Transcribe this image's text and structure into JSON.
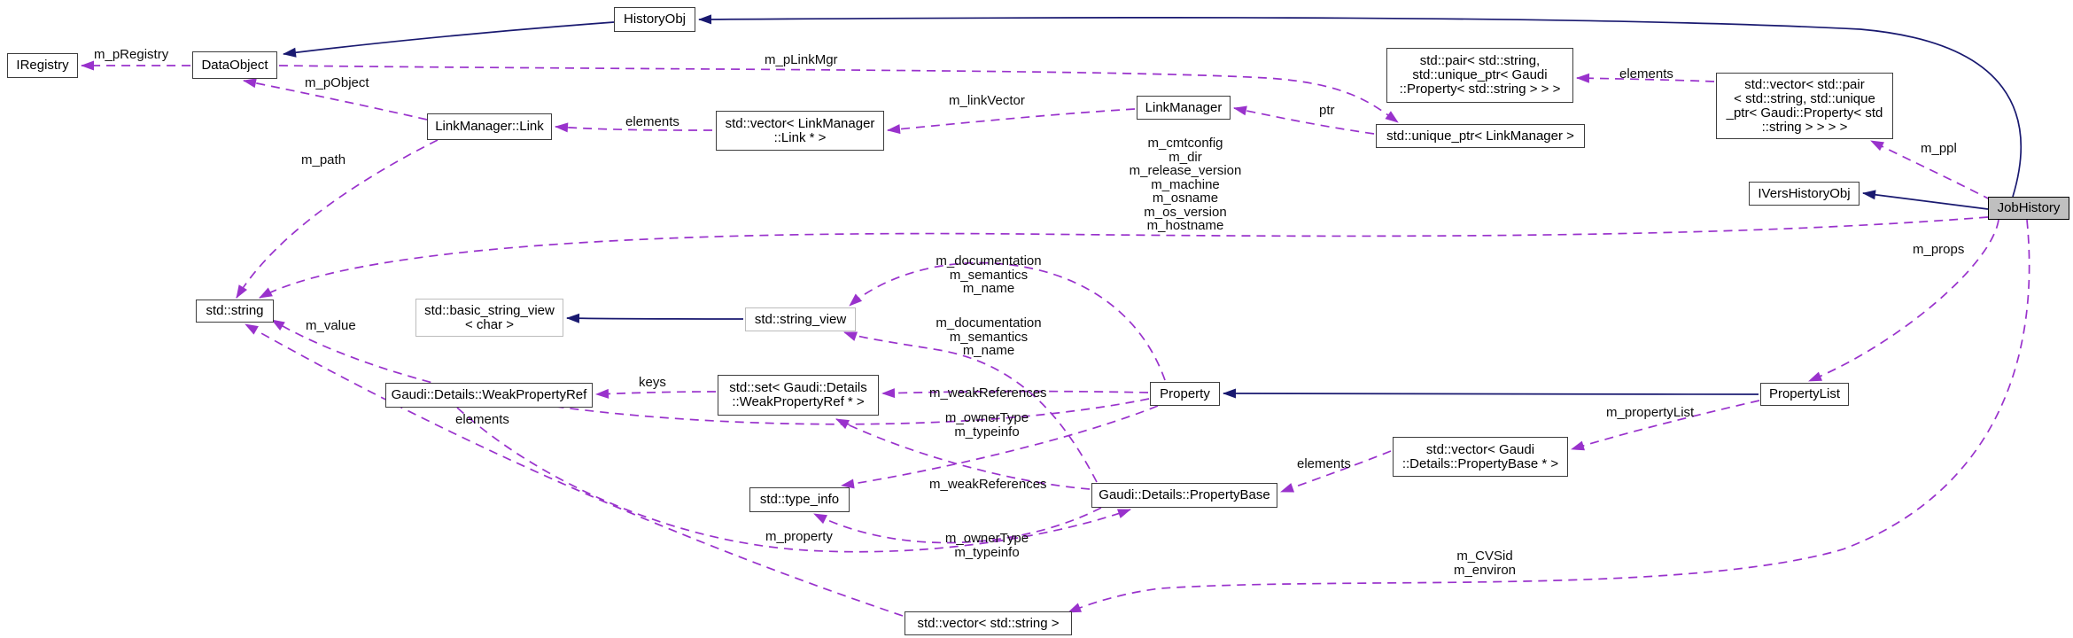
{
  "diagram": {
    "type": "doxygen-collaboration-graph",
    "current_node": "JobHistory",
    "colors": {
      "background": "#ffffff",
      "inheritance_edge": "#191970",
      "usage_edge": "#9932cc",
      "node_border": "#3d3d3d",
      "gray_node_border": "#bcbcbc",
      "current_node_fill": "#bfbfbf"
    },
    "nodes": {
      "historyobj": {
        "label": "HistoryObj"
      },
      "iregistry": {
        "label": "IRegistry"
      },
      "dataobject": {
        "label": "DataObject"
      },
      "linkmanager_link": {
        "label": "LinkManager::Link"
      },
      "vector_link": {
        "label": "std::vector< LinkManager\n::Link * >"
      },
      "linkmanager": {
        "label": "LinkManager"
      },
      "unique_ptr_linkmanager": {
        "label": "std::unique_ptr< LinkManager >"
      },
      "pair_property": {
        "label": "std::pair< std::string,\nstd::unique_ptr< Gaudi\n::Property< std::string > > >"
      },
      "vector_pair_property": {
        "label": "std::vector< std::pair\n< std::string, std::unique\n_ptr< Gaudi::Property< std\n::string > > > >"
      },
      "ivershistoryobj": {
        "label": "IVersHistoryObj"
      },
      "jobhistory": {
        "label": "JobHistory"
      },
      "std_string": {
        "label": "std::string"
      },
      "basic_string_view": {
        "label": "std::basic_string_view\n< char >"
      },
      "string_view": {
        "label": "std::string_view"
      },
      "weakpropertyref": {
        "label": "Gaudi::Details::WeakPropertyRef"
      },
      "set_weakpropertyref": {
        "label": "std::set< Gaudi::Details\n::WeakPropertyRef * >"
      },
      "property": {
        "label": "Property"
      },
      "propertylist": {
        "label": "PropertyList"
      },
      "type_info": {
        "label": "std::type_info"
      },
      "propertybase": {
        "label": "Gaudi::Details::PropertyBase"
      },
      "vector_propertybase": {
        "label": "std::vector< Gaudi\n::Details::PropertyBase * >"
      },
      "vector_string": {
        "label": "std::vector< std::string >"
      }
    },
    "edge_labels": {
      "m_pregistry": "m_pRegistry",
      "m_pobject": "m_pObject",
      "m_plinkmgr": "m_pLinkMgr",
      "elements_link": "elements",
      "m_linkvector": "m_linkVector",
      "ptr": "ptr",
      "elements_pair": "elements",
      "m_ppl": "m_ppl",
      "jobhistory_string_members": "m_cmtconfig\nm_dir\nm_release_version\nm_machine\nm_osname\nm_os_version\nm_hostname",
      "m_path": "m_path",
      "m_value": "m_value",
      "property_stringview_members": "m_documentation\nm_semantics\nm_name",
      "propertybase_stringview_members": "m_documentation\nm_semantics\nm_name",
      "keys": "keys",
      "elements_string": "elements",
      "m_weakreferences_property": "m_weakReferences",
      "typeinfo_property_members": "m_ownerType\nm_typeinfo",
      "m_props": "m_props",
      "m_propertylist": "m_propertyList",
      "elements_propertybase": "elements",
      "m_weakreferences_propertybase": "m_weakReferences",
      "m_property": "m_property",
      "typeinfo_propertybase_members": "m_ownerType\nm_typeinfo",
      "jobhistory_vecstring_members": "m_CVSid\nm_environ"
    }
  }
}
